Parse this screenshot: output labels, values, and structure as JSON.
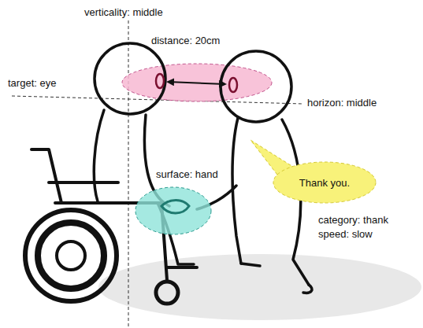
{
  "diagram": {
    "nodes": [
      {
        "text": [
          "Thank you."
        ]
      }
    ],
    "labels": [
      "verticality: middle",
      "distance: 20cm",
      "target: eye",
      "horizon: middle",
      "surface: hand",
      "category: thank",
      "speed: slow"
    ]
  }
}
